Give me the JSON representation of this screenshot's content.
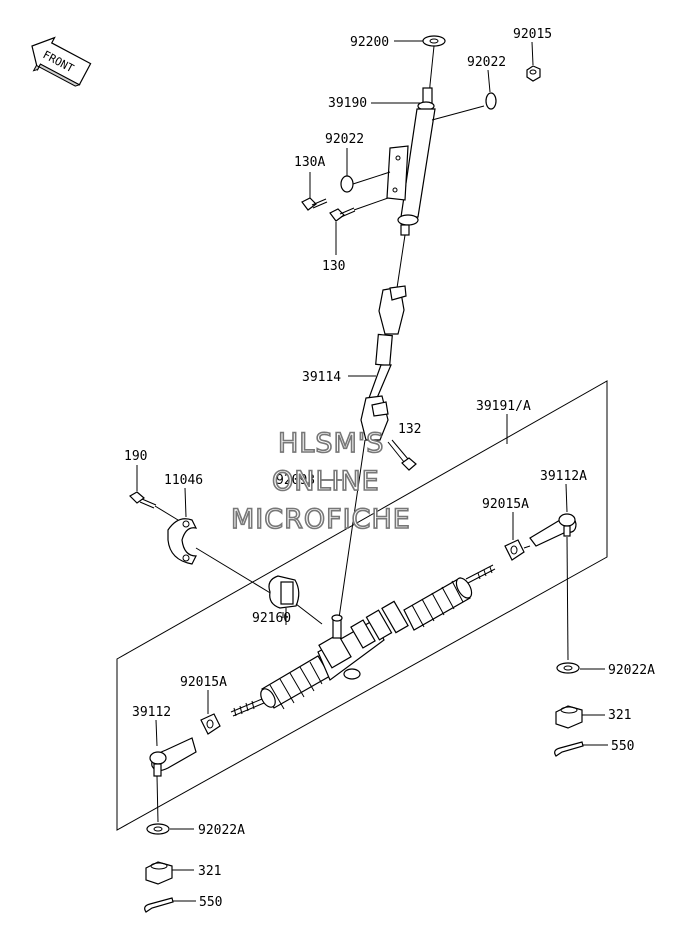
{
  "labels": {
    "p92200": "92200",
    "p92015_top": "92015",
    "p92022_top_right": "92022",
    "p39190": "39190",
    "p92022_left": "92022",
    "p130A": "130A",
    "p130": "130",
    "p39114": "39114",
    "p39191A": "39191/A",
    "p132": "132",
    "p190": "190",
    "p11046": "11046",
    "p92093": "92093",
    "p39112A": "39112A",
    "p92015A_right": "92015A",
    "p92160": "92160",
    "p92022A_right": "92022A",
    "p92015A_left": "92015A",
    "p321_right": "321",
    "p39112": "39112",
    "p550_right": "550",
    "p92022A_left": "92022A",
    "p321_left": "321",
    "p550_left": "550"
  },
  "front_badge": {
    "text": "FRONT"
  },
  "watermark": {
    "line1": "HLSM'S",
    "line2": "ONLINE",
    "line3": "MICROFICHE",
    "color": "#777777"
  }
}
